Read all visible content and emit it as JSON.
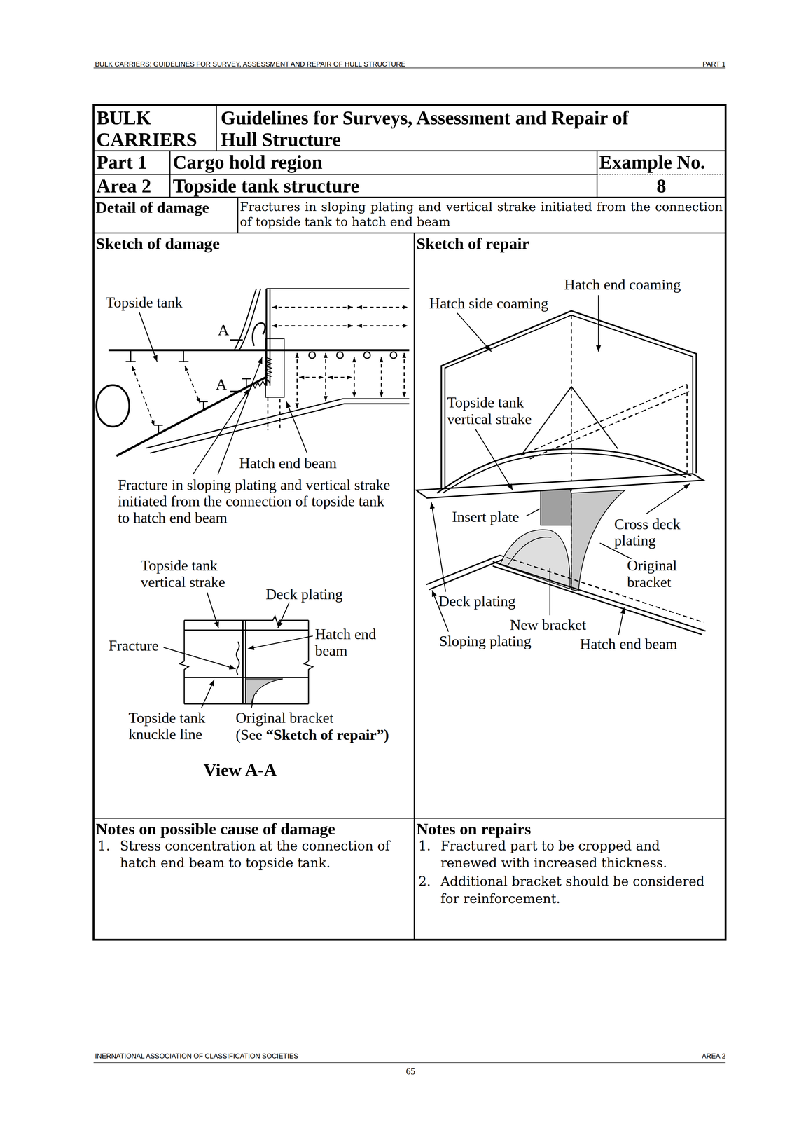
{
  "diagram": {
    "nodes": [
      {
        "text": [
          "BULK CARRIERS"
        ]
      },
      {
        "text": [
          "Guidelines for Surveys, Assessment and Repair of Hull Structure"
        ]
      },
      {
        "text": [
          "Part 1"
        ]
      },
      {
        "text": [
          "Cargo hold region"
        ]
      },
      {
        "text": [
          "Example No.",
          "8"
        ]
      },
      {
        "text": [
          "Area 2"
        ]
      },
      {
        "text": [
          "Topside tank structure"
        ]
      },
      {
        "text": [
          "Detail of damage"
        ]
      },
      {
        "text": [
          "Fractures in sloping plating and vertical strake initiated from the connection of topside tank to hatch end beam"
        ]
      },
      {
        "text": [
          "Sketch of damage"
        ]
      },
      {
        "text": [
          "Sketch of repair"
        ]
      },
      {
        "text": [
          "Notes on possible cause of damage",
          "1.",
          "Stress concentration at the connection of hatch end beam to topside tank."
        ]
      },
      {
        "text": [
          "Notes on repairs",
          "1.",
          "Fractured part to be cropped and renewed with increased thickness.",
          "2.",
          "Additional bracket should be considered for reinforcement."
        ]
      }
    ],
    "labels": [
      "BULK CARRIERS: GUIDELINES FOR SURVEY, ASSESSMENT AND REPAIR OF HULL STRUCTURE",
      "PART 1",
      "Topside tank",
      "A",
      "A",
      "Hatch end beam",
      "Fracture in sloping plating and vertical strake initiated from the connection of topside tank to hatch end beam",
      "Topside tank vertical strake",
      "Deck plating",
      "Fracture",
      "Hatch end beam",
      "Topside tank knuckle line",
      "Original bracket",
      "(See",
      "“Sketch of repair”)",
      "View A-A",
      "Hatch end coaming",
      "Hatch side coaming",
      "Topside tank vertical strake",
      "Insert plate",
      "Cross deck plating",
      "Original bracket",
      "Deck plating",
      "New bracket",
      "Sloping plating",
      "Hatch end beam",
      "INERNATIONAL ASSOCIATION OF CLASSIFICATION SOCIETIES",
      "AREA 2",
      "65"
    ]
  }
}
